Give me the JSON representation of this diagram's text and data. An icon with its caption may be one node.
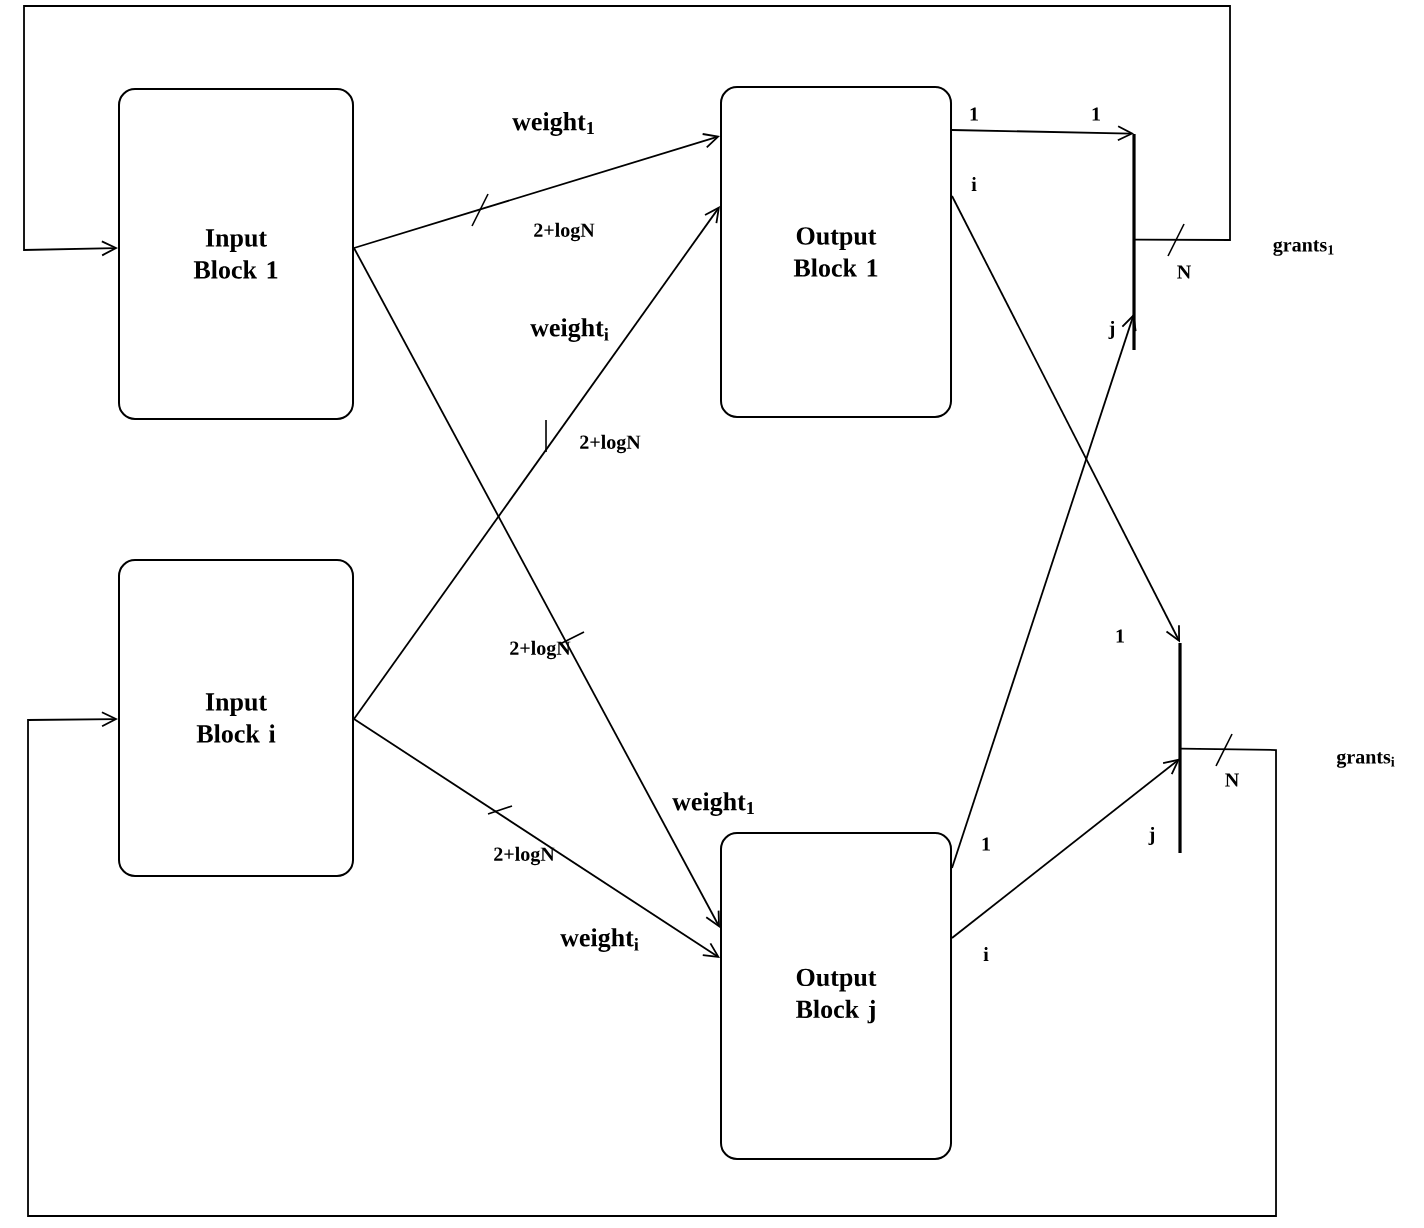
{
  "diagram": {
    "nodes": [
      {
        "text": [
          "Input Block 1"
        ]
      },
      {
        "text": [
          "Output Block 1"
        ]
      },
      {
        "text": [
          "Input Block i"
        ]
      },
      {
        "text": [
          "Output Block j"
        ]
      },
      {
        "text": [],
        "shape": "bar"
      },
      {
        "text": [],
        "shape": "bar"
      }
    ],
    "edges": [
      {
        "from": 0,
        "to": 1,
        "arrow": "to",
        "label": "weight$_{1}$"
      },
      {
        "from": 2,
        "to": 1,
        "arrow": "to",
        "label": "weight$_{i}$"
      },
      {
        "from": 0,
        "to": 3,
        "arrow": "to",
        "label": "weight$_{1}$"
      },
      {
        "from": 2,
        "to": 3,
        "arrow": "to",
        "label": "weight$_{i}$"
      },
      {
        "from": 1,
        "to": 4,
        "arrow": "to"
      },
      {
        "from": 3,
        "to": 4,
        "arrow": "to"
      },
      {
        "from": 1,
        "to": 5,
        "arrow": "to"
      },
      {
        "from": 3,
        "to": 5,
        "arrow": "to"
      },
      {
        "from": 4,
        "to": 0,
        "arrow": "to"
      },
      {
        "from": 5,
        "to": 2,
        "arrow": "to"
      }
    ],
    "labels": [
      "1",
      "1",
      "2+logN",
      "i",
      "grants$_{1}$",
      "j",
      "N",
      "2+logN",
      "2+logN",
      "1",
      "N",
      "grants$_{i}$",
      "1",
      "j",
      "2+logN",
      "i"
    ]
  }
}
